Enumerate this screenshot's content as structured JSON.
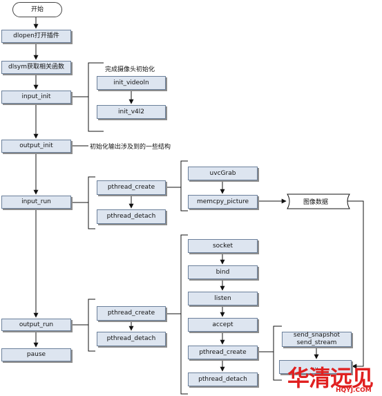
{
  "nodes": {
    "start": "开始",
    "dlopen": "dlopen打开插件",
    "dlsym": "dlsym获取相关函数",
    "input_init": "input_init",
    "output_init": "output_init",
    "input_run": "input_run",
    "output_run": "output_run",
    "pause": "pause",
    "init_videoin": "init_videoln",
    "init_v4l2": "init_v4l2",
    "pthread_create_1": "pthread_create",
    "pthread_detach_1": "pthread_detach",
    "uvcgrab": "uvcGrab",
    "memcpy_picture": "memcpy_picture",
    "image_data": "图像数据",
    "pthread_create_2": "pthread_create",
    "pthread_detach_2": "pthread_detach",
    "socket": "socket",
    "bind": "bind",
    "listen": "listen",
    "accept": "accept",
    "pthread_create_3": "pthread_create",
    "pthread_detach_3": "pthread_detach",
    "send_snapshot": "send_snapshot",
    "send_stream": "send_stream",
    "send_partial": "..."
  },
  "notes": {
    "camera_init": "完成摄像头初始化",
    "output_struct": "初始化输出涉及到的一些结构"
  },
  "watermark": {
    "brand_cn": "华清远见",
    "brand_url": "HQYJ.COM"
  },
  "colors": {
    "box_fill": "#dde5f0",
    "box_border": "#6a7f9a",
    "line": "#111111",
    "watermark": "#e02020"
  }
}
